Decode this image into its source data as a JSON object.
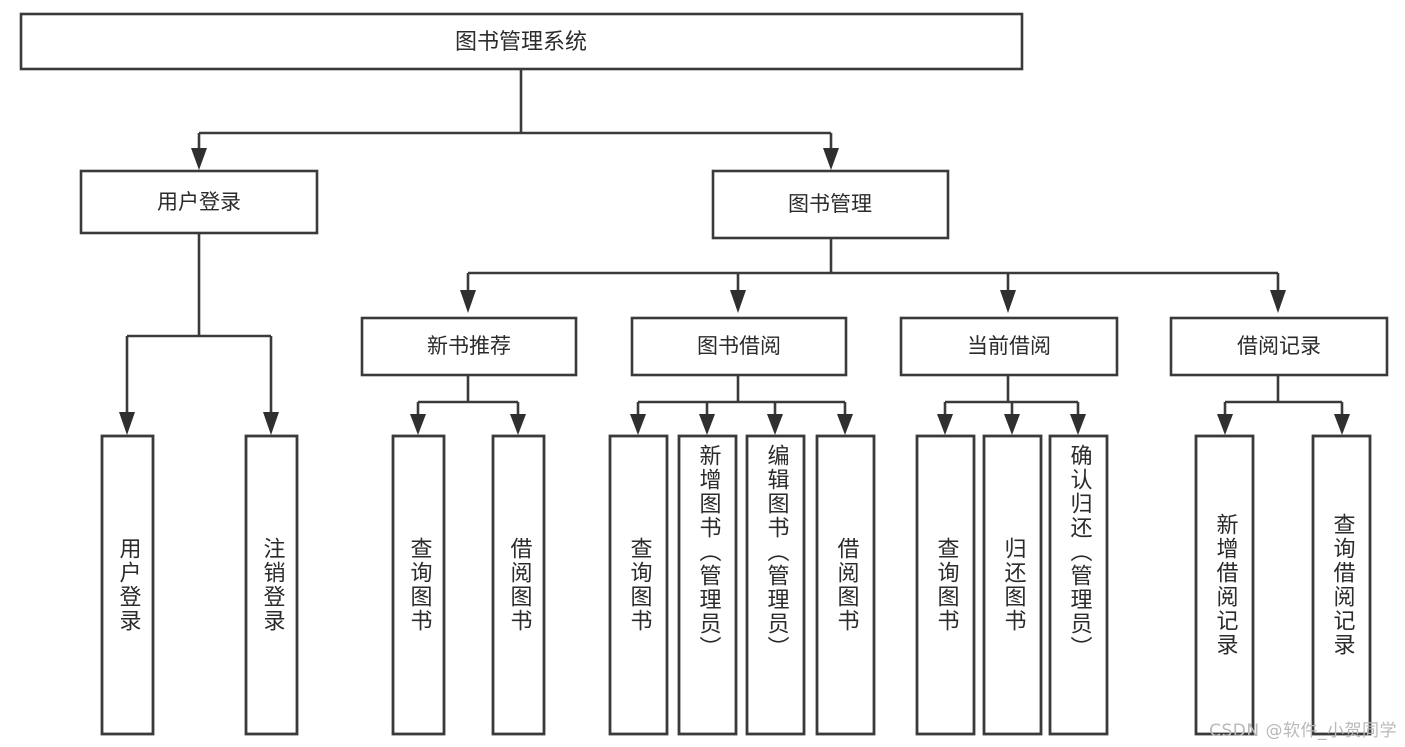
{
  "diagram": {
    "type": "tree",
    "title": "图书管理系统",
    "watermark": "CSDN @软件_小贺同学",
    "colors": {
      "box_stroke": "#3a3a3a",
      "box_fill": "#ffffff",
      "connector": "#3a3a3a",
      "text": "#2b2b2b",
      "watermark": "#b9b9b9",
      "background": "#ffffff"
    },
    "root": {
      "label": "图书管理系统"
    },
    "level1": [
      {
        "label": "用户登录"
      },
      {
        "label": "图书管理"
      }
    ],
    "level2": [
      {
        "label": "新书推荐"
      },
      {
        "label": "图书借阅"
      },
      {
        "label": "当前借阅"
      },
      {
        "label": "借阅记录"
      }
    ],
    "leaves": {
      "user_login": [
        {
          "label": "用户登录"
        },
        {
          "label": "注销登录"
        }
      ],
      "new_book": [
        {
          "label": "查询图书"
        },
        {
          "label": "借阅图书"
        }
      ],
      "book_borrow": [
        {
          "label": "查询图书"
        },
        {
          "label": "新增图书（管理员）"
        },
        {
          "label": "编辑图书（管理员）"
        },
        {
          "label": "借阅图书"
        }
      ],
      "current_borrow": [
        {
          "label": "查询图书"
        },
        {
          "label": "归还图书"
        },
        {
          "label": "确认归还（管理员）"
        }
      ],
      "borrow_record": [
        {
          "label": "新增借阅记录"
        },
        {
          "label": "查询借阅记录"
        }
      ]
    }
  }
}
